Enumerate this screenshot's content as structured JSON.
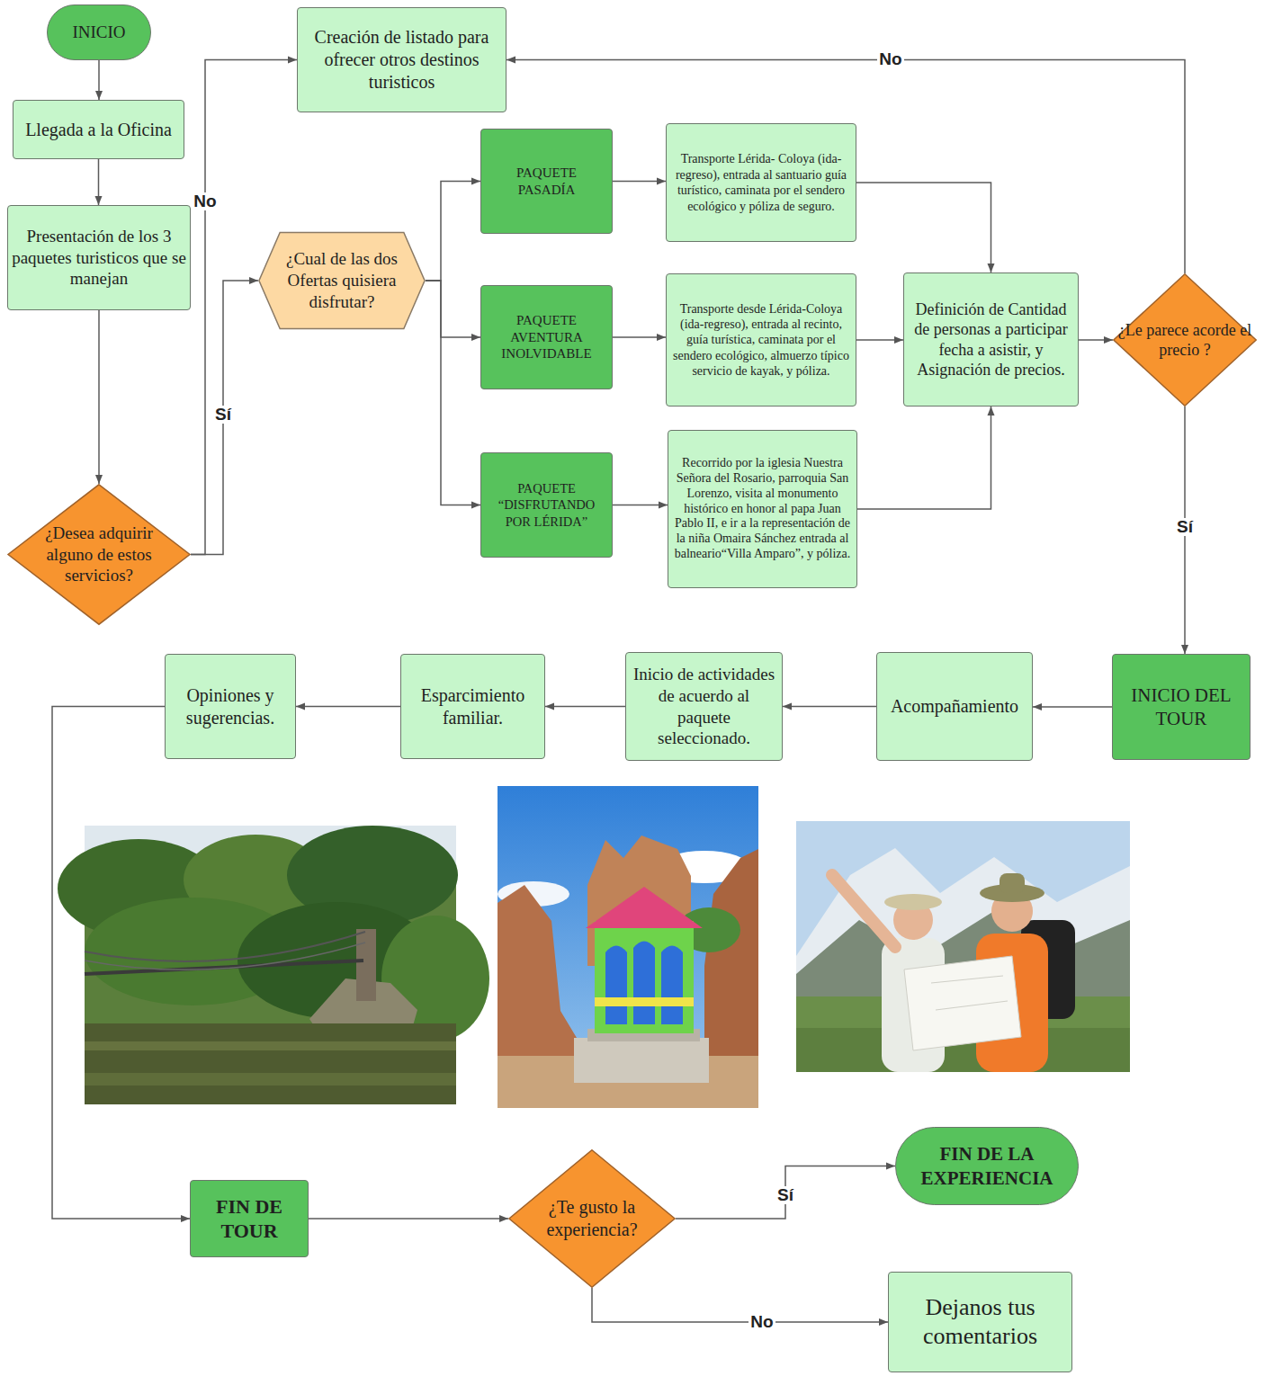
{
  "diagram": {
    "nodes": [
      {
        "text": [
          "INICIO"
        ]
      },
      {
        "text": [
          "Creación de listado para ofrecer otros destinos turisticos"
        ]
      },
      {
        "text": [
          "Llegada a la Oficina"
        ]
      },
      {
        "text": [
          "Presentación de los 3 paquetes turisticos que se manejan"
        ]
      },
      {
        "text": [
          "¿Cual de las dos Ofertas quisiera disfrutar?"
        ]
      },
      {
        "text": [
          "PAQUETE PASADÍA"
        ]
      },
      {
        "text": [
          "Transporte Lérida- Coloya (ida-regreso), entrada al santuario guía turístico, caminata por el sendero ecológico y póliza de seguro."
        ]
      },
      {
        "text": [
          "PAQUETE AVENTURA INOLVIDABLE"
        ]
      },
      {
        "text": [
          "Transporte desde Lérida-Coloya (ida-regreso), entrada al recinto, guía turística, caminata por el sendero ecológico, almuerzo típico servicio de kayak, y póliza."
        ]
      },
      {
        "text": [
          "Definición de Cantidad de personas a participar fecha a asistir, y Asignación de precios."
        ]
      },
      {
        "text": [
          "¿Le parece acorde el precio ?"
        ]
      },
      {
        "text": [
          "¿Desea adquirir alguno de estos servicios?"
        ]
      },
      {
        "text": [
          "PAQUETE “DISFRUTANDO POR LÉRIDA”"
        ]
      },
      {
        "text": [
          "Recorrido por la iglesia Nuestra Señora del Rosario, parroquia San Lorenzo, visita al monumento histórico en honor al papa Juan Pablo II, e ir a la representación de la niña Omaira Sánchez entrada al balneario“Villa Amparo”, y póliza."
        ]
      },
      {
        "text": [
          "INICIO DEL TOUR"
        ]
      },
      {
        "text": [
          "Acompañamiento"
        ]
      },
      {
        "text": [
          "Inicio de actividades de acuerdo al paquete seleccionado."
        ]
      },
      {
        "text": [
          "Esparcimiento familiar."
        ]
      },
      {
        "text": [
          "Opiniones y sugerencias."
        ]
      },
      {
        "text": [
          "FIN DE TOUR"
        ]
      },
      {
        "text": [
          "¿Te gusto la experiencia?"
        ]
      },
      {
        "text": [
          "FIN DE LA EXPERIENCIA"
        ]
      },
      {
        "text": [
          "Dejanos tus comentarios"
        ]
      }
    ],
    "edges": [
      {
        "from": 0,
        "to": 2,
        "arrow": "to"
      },
      {
        "from": 2,
        "to": 3,
        "arrow": "to"
      },
      {
        "from": 3,
        "to": 11,
        "arrow": "to"
      },
      {
        "from": 11,
        "to": 1,
        "label": "No",
        "arrow": "to"
      },
      {
        "from": 11,
        "to": 4,
        "label": "Sí",
        "arrow": "to"
      },
      {
        "from": 4,
        "to": 5,
        "arrow": "to"
      },
      {
        "from": 4,
        "to": 7,
        "arrow": "to"
      },
      {
        "from": 4,
        "to": 12,
        "arrow": "to"
      },
      {
        "from": 5,
        "to": 6,
        "arrow": "to"
      },
      {
        "from": 7,
        "to": 8,
        "arrow": "to"
      },
      {
        "from": 12,
        "to": 13,
        "arrow": "to"
      },
      {
        "from": 6,
        "to": 9,
        "arrow": "to"
      },
      {
        "from": 8,
        "to": 9,
        "arrow": "to"
      },
      {
        "from": 13,
        "to": 9,
        "arrow": "to"
      },
      {
        "from": 9,
        "to": 10,
        "arrow": "to"
      },
      {
        "from": 10,
        "to": 1,
        "label": "No",
        "arrow": "to"
      },
      {
        "from": 10,
        "to": 14,
        "label": "Sí",
        "arrow": "to"
      },
      {
        "from": 14,
        "to": 15,
        "arrow": "to"
      },
      {
        "from": 15,
        "to": 16,
        "arrow": "to"
      },
      {
        "from": 16,
        "to": 17,
        "arrow": "to"
      },
      {
        "from": 17,
        "to": 18,
        "arrow": "to"
      },
      {
        "from": 18,
        "to": 19,
        "arrow": "to"
      },
      {
        "from": 19,
        "to": 20,
        "arrow": "to"
      },
      {
        "from": 20,
        "to": 21,
        "label": "Sí",
        "arrow": "to"
      },
      {
        "from": 20,
        "to": 22,
        "label": "No",
        "arrow": "to"
      }
    ]
  }
}
